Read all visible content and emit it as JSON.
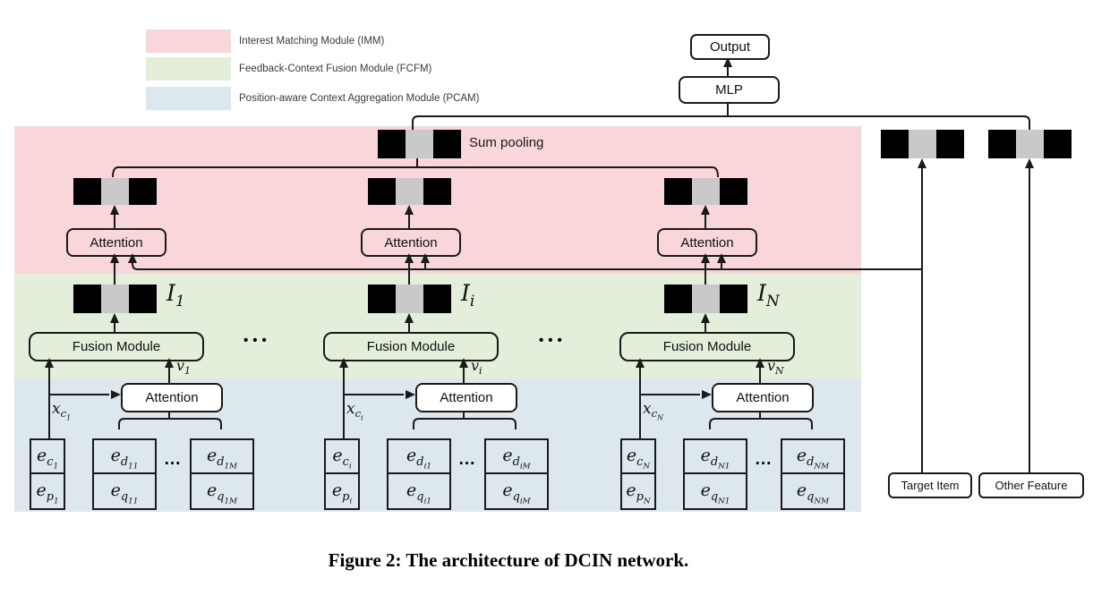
{
  "legend": {
    "items": [
      {
        "label": "Interest Matching Module (IMM)",
        "color": "#f8d6da"
      },
      {
        "label": "Feedback-Context Fusion Module (FCFM)",
        "color": "#e3eedb"
      },
      {
        "label": "Position-aware Context Aggregation Module (PCAM)",
        "color": "#dce8ee"
      }
    ]
  },
  "top": {
    "output_label": "Output",
    "mlp_label": "MLP"
  },
  "imm": {
    "sum_pooling_label": "Sum pooling",
    "attention_label": "Attention"
  },
  "fcfm": {
    "fusion_label": "Fusion Module",
    "ellipsis": "•••"
  },
  "pcam": {
    "attention_label": "Attention",
    "ellipsis": "..."
  },
  "right": {
    "target_item_label": "Target Item",
    "other_feature_label": "Other Feature"
  },
  "columns": [
    {
      "I": {
        "base": "I",
        "sub": "1"
      },
      "v": {
        "base": "v",
        "sub": "1"
      },
      "x": {
        "base": "x",
        "sub": "c",
        "subsub": "1"
      },
      "ec": {
        "base": "e",
        "sub": "c",
        "subsub": "1"
      },
      "ep": {
        "base": "e",
        "sub": "p",
        "subsub": "1"
      },
      "ed1": {
        "base": "e",
        "sub": "d",
        "subsub": "11"
      },
      "eq1": {
        "base": "e",
        "sub": "q",
        "subsub": "11"
      },
      "edM": {
        "base": "e",
        "sub": "d",
        "subsub": "1M"
      },
      "eqM": {
        "base": "e",
        "sub": "q",
        "subsub": "1M"
      }
    },
    {
      "I": {
        "base": "I",
        "sub": "i"
      },
      "v": {
        "base": "v",
        "sub": "i"
      },
      "x": {
        "base": "x",
        "sub": "c",
        "subsub": "i"
      },
      "ec": {
        "base": "e",
        "sub": "c",
        "subsub": "i"
      },
      "ep": {
        "base": "e",
        "sub": "p",
        "subsub": "i"
      },
      "ed1": {
        "base": "e",
        "sub": "d",
        "subsub": "i1"
      },
      "eq1": {
        "base": "e",
        "sub": "q",
        "subsub": "i1"
      },
      "edM": {
        "base": "e",
        "sub": "d",
        "subsub": "iM"
      },
      "eqM": {
        "base": "e",
        "sub": "q",
        "subsub": "iM"
      }
    },
    {
      "I": {
        "base": "I",
        "sub": "N"
      },
      "v": {
        "base": "v",
        "sub": "N"
      },
      "x": {
        "base": "x",
        "sub": "c",
        "subsub": "N"
      },
      "ec": {
        "base": "e",
        "sub": "c",
        "subsub": "N"
      },
      "ep": {
        "base": "e",
        "sub": "p",
        "subsub": "N"
      },
      "ed1": {
        "base": "e",
        "sub": "d",
        "subsub": "N1"
      },
      "eq1": {
        "base": "e",
        "sub": "q",
        "subsub": "N1"
      },
      "edM": {
        "base": "e",
        "sub": "d",
        "subsub": "NM"
      },
      "eqM": {
        "base": "e",
        "sub": "q",
        "subsub": "NM"
      }
    }
  ],
  "caption": "Figure 2: The architecture of DCIN network.",
  "colors": {
    "imm_band": "#f8d6da",
    "fcfm_band": "#e3eedb",
    "pcam_band": "#dce8ee",
    "embedding_gray": "#c9c9c9",
    "embedding_black": "#000000",
    "line": "#1a1a1a"
  }
}
